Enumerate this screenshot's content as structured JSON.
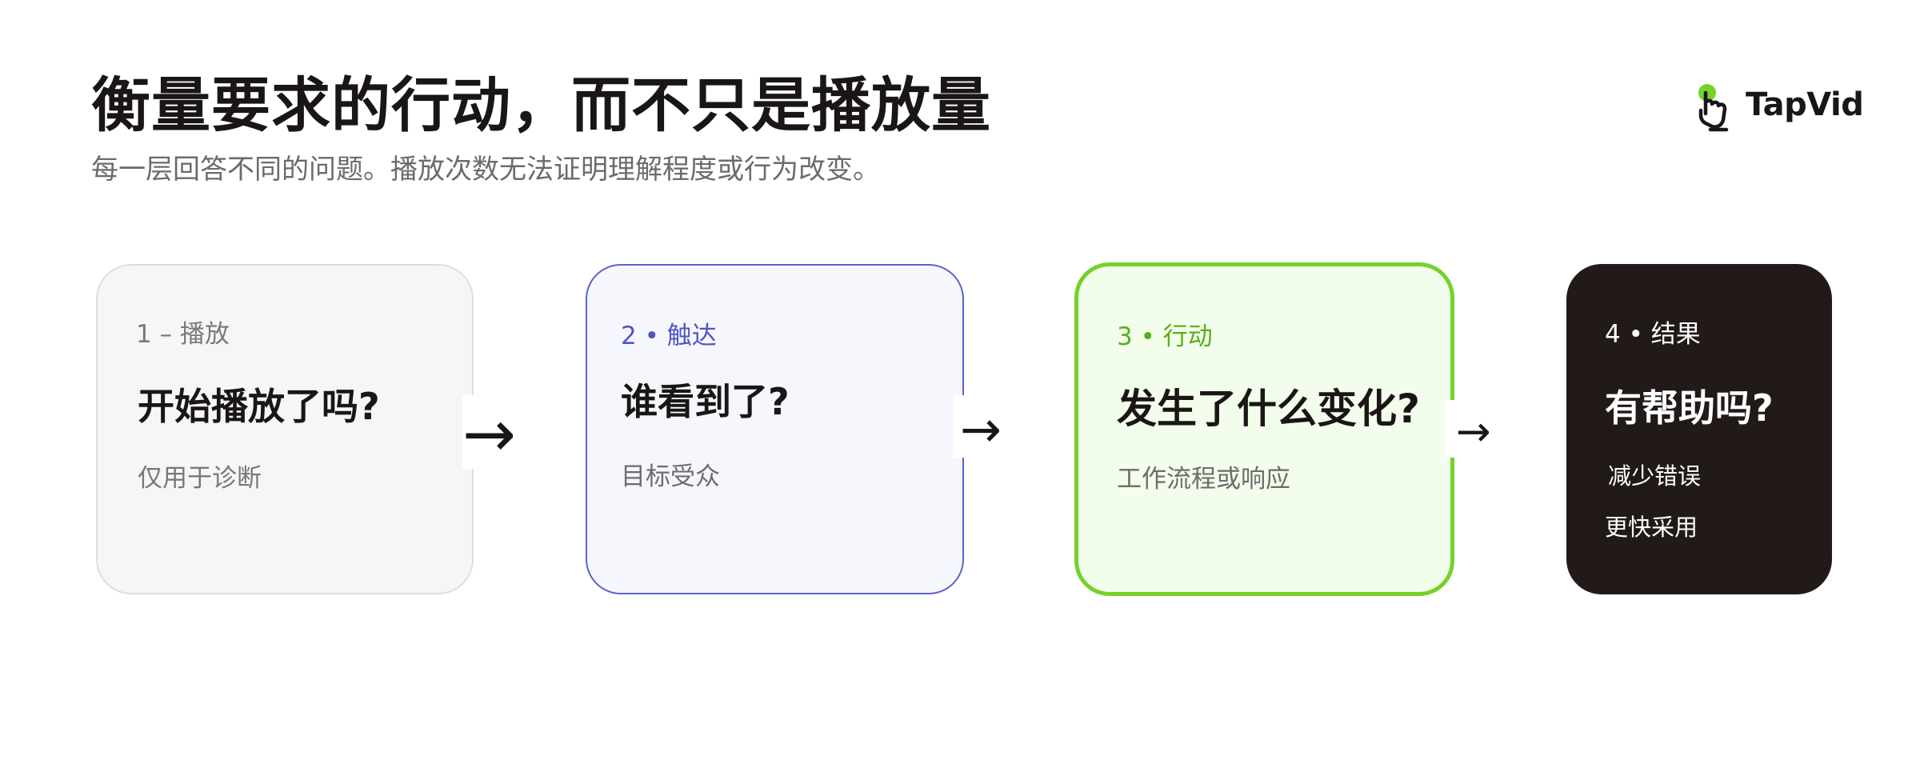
{
  "header": {
    "title": "衡量要求的行动，而不只是播放量",
    "subtitle": "每一层回答不同的问题。播放次数无法证明理解程度或行为改变。"
  },
  "logo": {
    "text": "TapVid",
    "accent_color": "#74d22a",
    "icon": "tap-hand-icon"
  },
  "cards": [
    {
      "label": "1 – 播放",
      "question": "开始播放了吗?",
      "details": [
        "仅用于诊断"
      ],
      "accent_color": "#dedede"
    },
    {
      "label": "2 • 触达",
      "question": "谁看到了?",
      "details": [
        "目标受众"
      ],
      "accent_color": "#5b63c8"
    },
    {
      "label": "3 • 行动",
      "question": "发生了什么变化?",
      "details": [
        "工作流程或响应"
      ],
      "accent_color": "#74d22a"
    },
    {
      "label": "4 • 结果",
      "question": "有帮助吗?",
      "details": [
        "减少错误",
        "更快采用"
      ],
      "accent_color": "#211a19"
    }
  ],
  "arrows": [
    "→",
    "→",
    "→"
  ]
}
